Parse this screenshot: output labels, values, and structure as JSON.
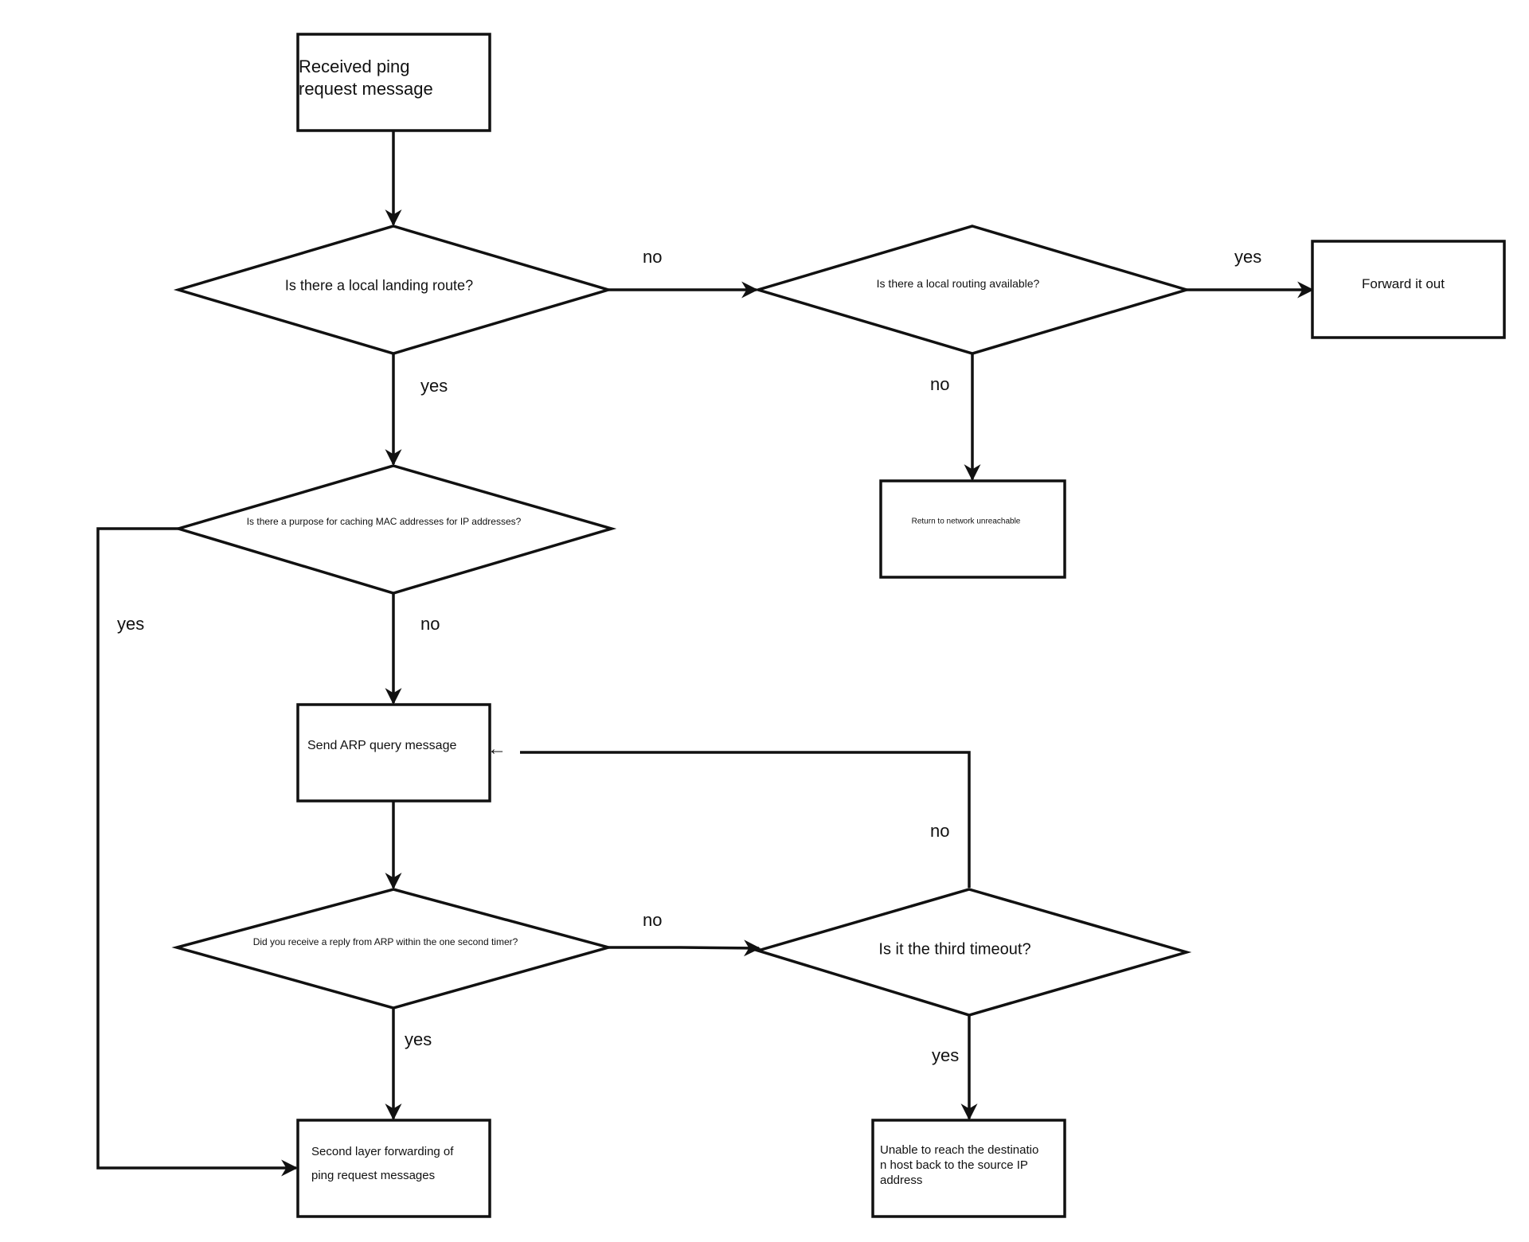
{
  "nodes": {
    "received": "Received ping\nrequest message",
    "local_landing": "Is there a local landing route?",
    "local_routing": "Is there a local routing available?",
    "forward": "Forward it out",
    "unreachable": "Return to network unreachable",
    "cache_check": "Is there a purpose for caching MAC addresses for IP addresses?",
    "send_arp": "Send ARP query message",
    "arp_reply": "Did you receive a reply from ARP within the one second timer?",
    "third_timeout": "Is it the third timeout?",
    "l2_forward": "Second layer forwarding of\nping request messages",
    "cannot_reach": "Unable to reach the destinatio\nn host back to the source IP\naddress"
  },
  "edges": {
    "landing_no": "no",
    "landing_yes": "yes",
    "routing_yes": "yes",
    "routing_no": "no",
    "cache_yes": "yes",
    "cache_no": "no",
    "reply_no": "no",
    "reply_yes": "yes",
    "timeout_no": "no",
    "timeout_yes": "yes"
  },
  "loop_arrow_glyph": "←"
}
